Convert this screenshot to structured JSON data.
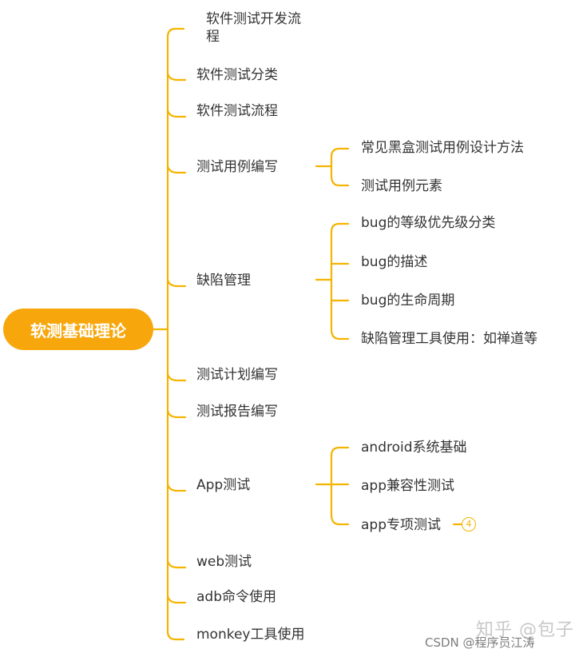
{
  "mindmap": {
    "root": "软测基础理论",
    "branches": [
      {
        "label": "软件测试开发流",
        "label_line2": "程"
      },
      {
        "label": "软件测试分类"
      },
      {
        "label": "软件测试流程"
      },
      {
        "label": "测试用例编写",
        "children": [
          "常见黑盒测试用例设计方法",
          "测试用例元素"
        ]
      },
      {
        "label": "缺陷管理",
        "children": [
          "bug的等级优先级分类",
          "bug的描述",
          "bug的生命周期",
          "缺陷管理工具使用：如禅道等"
        ]
      },
      {
        "label": "测试计划编写"
      },
      {
        "label": "测试报告编写"
      },
      {
        "label": "App测试",
        "children": [
          "android系统基础",
          "app兼容性测试",
          "app专项测试"
        ]
      },
      {
        "label": "web测试"
      },
      {
        "label": "adb命令使用"
      },
      {
        "label": "monkey工具使用"
      }
    ],
    "collapsed_count": "4"
  },
  "watermark": {
    "zhihu": "知乎 @包子",
    "csdn": "CSDN @程序员江涛"
  },
  "colors": {
    "accent": "#f5b400",
    "root_fill": "#f7a70b",
    "text": "#333333"
  }
}
